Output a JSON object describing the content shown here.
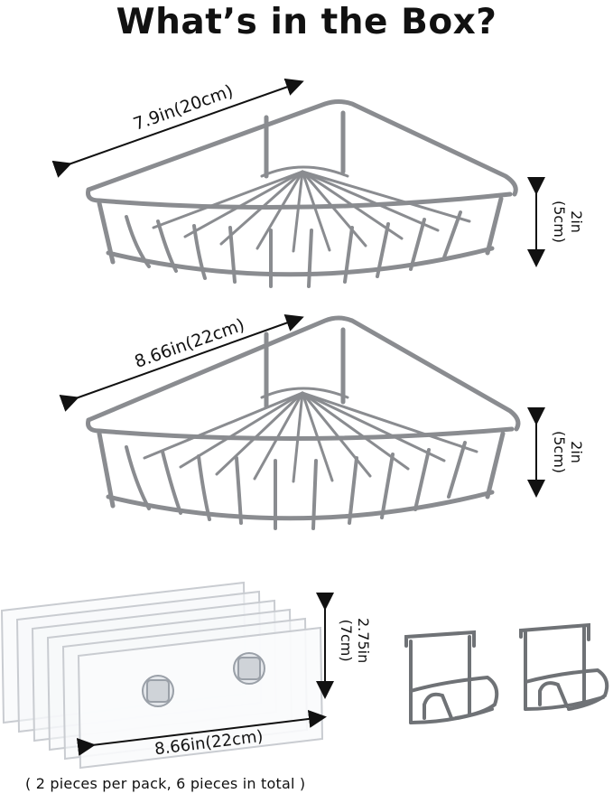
{
  "title": "What’s in the Box?",
  "baskets": [
    {
      "width_label": "7.9in(20cm)",
      "height_line1": "2in",
      "height_line2": "(5cm)"
    },
    {
      "width_label": "8.66in(22cm)",
      "height_line1": "2in",
      "height_line2": "(5cm)"
    }
  ],
  "adhesive": {
    "width_label": "8.66in(22cm)",
    "height_line1": "2.75in",
    "height_line2": "(7cm)"
  },
  "caption": "( 2 pieces per pack, 6 pieces in total )",
  "colors": {
    "wire": "#8a8c90",
    "wire_dark": "#5d5f63",
    "panel_edge": "#c9ccd1"
  }
}
